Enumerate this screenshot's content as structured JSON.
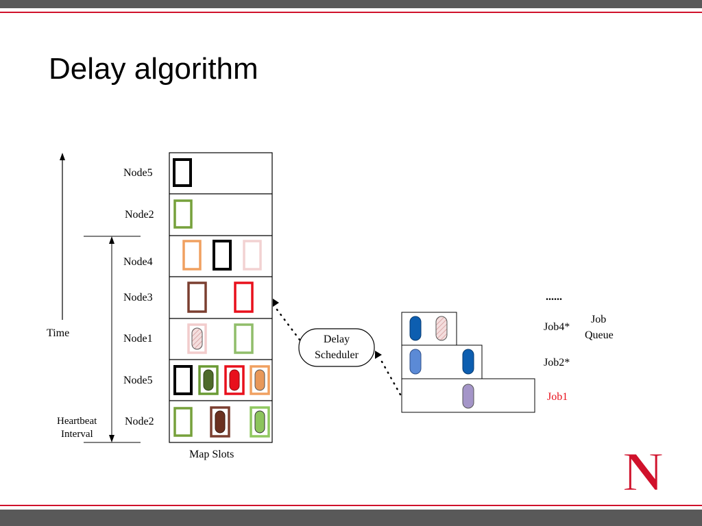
{
  "slide": {
    "title": "Delay algorithm"
  },
  "colors": {
    "frame_gray": "#595959",
    "accent_red": "#d0112b"
  },
  "axis": {
    "time_label": "Time",
    "heartbeat_label_line1": "Heartbeat",
    "heartbeat_label_line2": "Interval"
  },
  "nodes": [
    "Node5",
    "Node2",
    "Node4",
    "Node3",
    "Node1",
    "Node5",
    "Node2"
  ],
  "map_slots_label": "Map Slots",
  "scheduler": {
    "line1": "Delay",
    "line2": "Scheduler"
  },
  "queue": {
    "ellipsis": "......",
    "title_line1": "Job",
    "title_line2": "Queue",
    "jobs": [
      "Job4*",
      "Job2*",
      "Job1"
    ],
    "highlight_color": "#e8101c"
  },
  "logo": {
    "letter": "N",
    "color": "#d0112b"
  }
}
